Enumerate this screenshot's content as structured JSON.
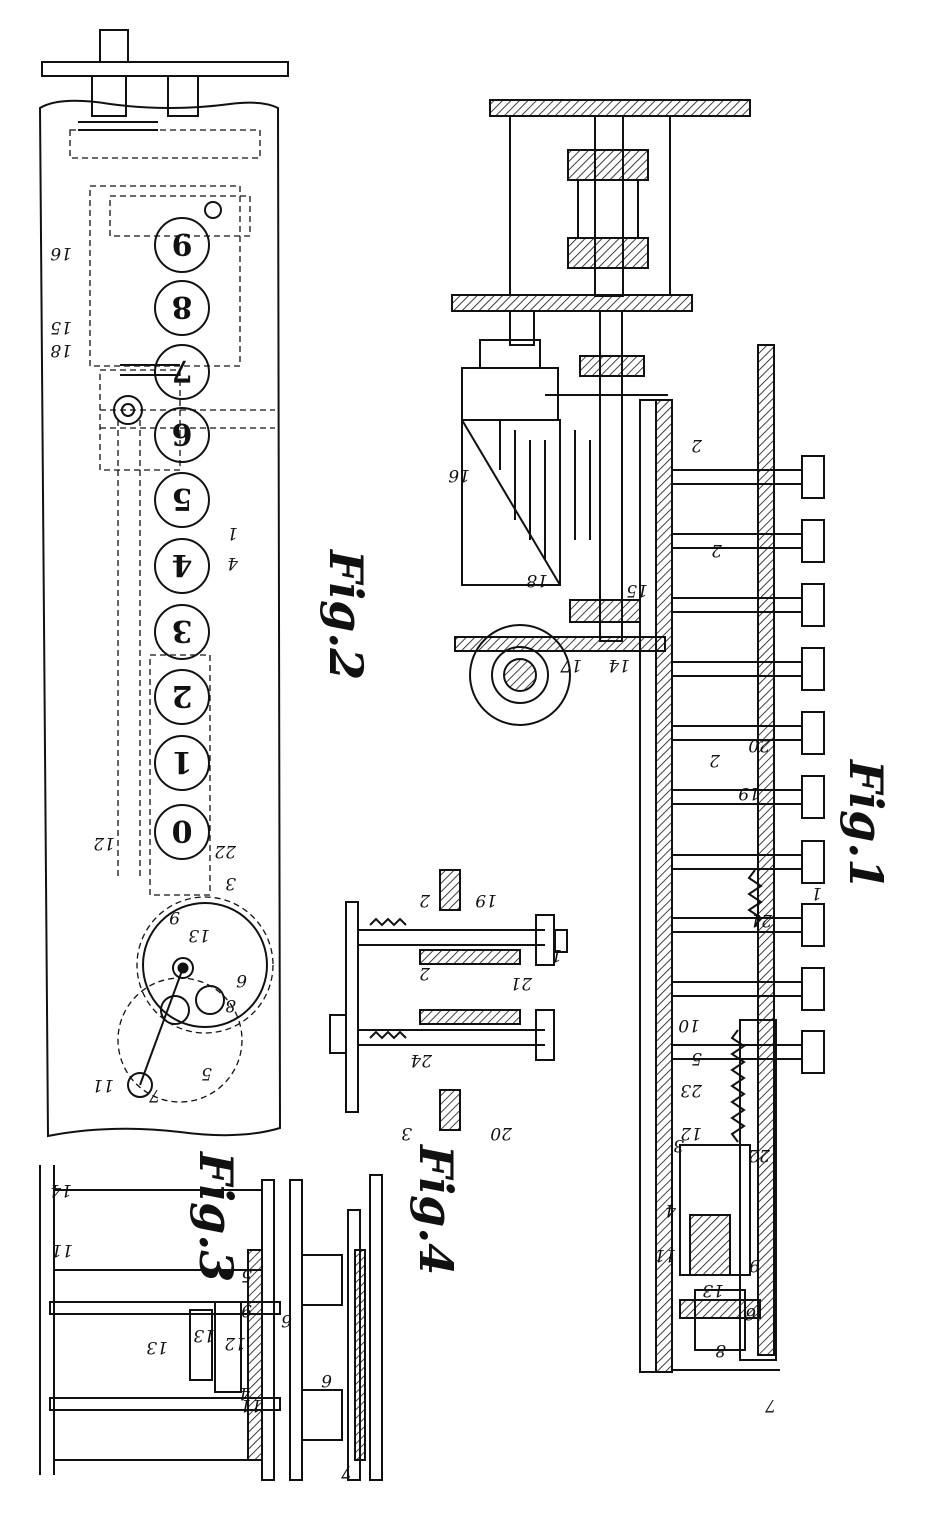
{
  "figures": {
    "fig1": "Fig.1",
    "fig2": "Fig.2",
    "fig3": "Fig.3",
    "fig4": "Fig.4"
  },
  "fig2": {
    "keys": [
      "9",
      "8",
      "7",
      "6",
      "5",
      "4",
      "3",
      "2",
      "1",
      "0"
    ],
    "labels": [
      "16",
      "15",
      "18",
      "1",
      "4",
      "9",
      "11",
      "12",
      "22",
      "3",
      "5",
      "13",
      "6",
      "8",
      "7"
    ]
  },
  "fig1": {
    "labels": [
      "16",
      "18",
      "15",
      "17",
      "14",
      "2",
      "2",
      "2",
      "20",
      "19",
      "1",
      "21",
      "10",
      "23",
      "12",
      "22",
      "3",
      "4",
      "11",
      "9",
      "13",
      "8",
      "7",
      "6",
      "5"
    ]
  },
  "fig3": {
    "labels": [
      "14",
      "11",
      "13",
      "5",
      "12",
      "4",
      "11",
      "9",
      "13",
      "6",
      "6",
      "7"
    ]
  },
  "fig4": {
    "labels": [
      "2",
      "19",
      "1",
      "21",
      "2",
      "24",
      "3",
      "20"
    ]
  }
}
